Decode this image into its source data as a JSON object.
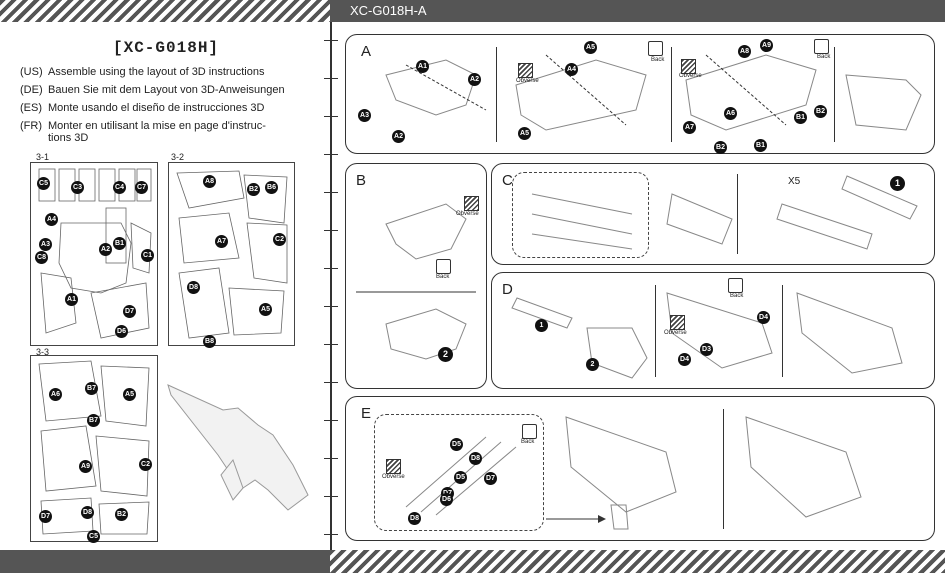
{
  "header": {
    "model_code": "XC-G018H-A"
  },
  "left": {
    "title": "[XC-G018H]",
    "instructions": [
      {
        "code": "(US)",
        "text": "Assemble using the layout of 3D instructions"
      },
      {
        "code": "(DE)",
        "text": "Bauen Sie mit dem Layout von 3D-Anweisungen"
      },
      {
        "code": "(ES)",
        "text": "Monte usando el diseño de instrucciones 3D"
      },
      {
        "code": "(FR)",
        "text": "Monter en utilisant la mise en page d'instruc-",
        "text2": "tions 3D"
      }
    ],
    "sheets": [
      {
        "label": "3-1",
        "parts": [
          "C5",
          "C3",
          "C4",
          "C7",
          "A4",
          "A3",
          "C8",
          "B1",
          "C1",
          "A2",
          "D6",
          "D7",
          "A1"
        ]
      },
      {
        "label": "3-2",
        "parts": [
          "A8",
          "B2",
          "B6",
          "A7",
          "C2",
          "D8",
          "A5",
          "B8"
        ]
      },
      {
        "label": "3-3",
        "parts": [
          "A6",
          "B7",
          "A5",
          "B7",
          "A9",
          "C2",
          "D7",
          "D8",
          "B2",
          "C5"
        ]
      }
    ]
  },
  "steps": {
    "a": {
      "label": "A",
      "parts": [
        "A1",
        "A2",
        "A3",
        "A2",
        "A5",
        "A4",
        "A5",
        "A8",
        "A9",
        "A6",
        "A7",
        "B1",
        "B2",
        "B2",
        "B1"
      ],
      "obverse": "Obverse",
      "back": "Back"
    },
    "b": {
      "label": "B",
      "obverse": "Obverse",
      "back": "Back",
      "result": "2"
    },
    "c": {
      "label": "C",
      "multiplier": "X5",
      "result": "1"
    },
    "d": {
      "label": "D",
      "parts": [
        "1",
        "2",
        "D4",
        "D4",
        "D3"
      ],
      "obverse": "Obverse",
      "back": "Back"
    },
    "e": {
      "label": "E",
      "parts": [
        "D5",
        "D8",
        "D7",
        "D5",
        "D6",
        "D7",
        "D8"
      ],
      "obverse": "Obverse",
      "back": "Back"
    }
  }
}
